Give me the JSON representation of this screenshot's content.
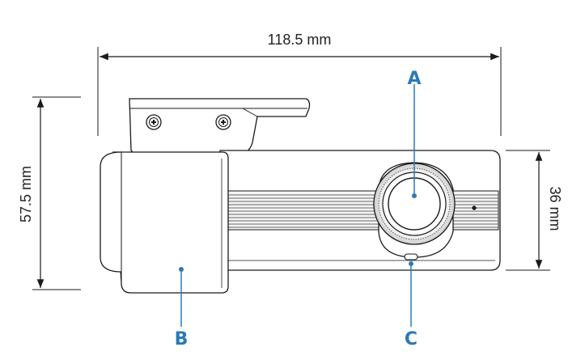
{
  "colors": {
    "callout": "#2a7ab8",
    "line": "#1a1a1a",
    "body_fill": "#ffffff"
  },
  "dimensions": {
    "width": "118.5 mm",
    "height": "57.5 mm",
    "diameter": "36 mm"
  },
  "callouts": {
    "a": "A",
    "b": "B",
    "c": "C"
  }
}
